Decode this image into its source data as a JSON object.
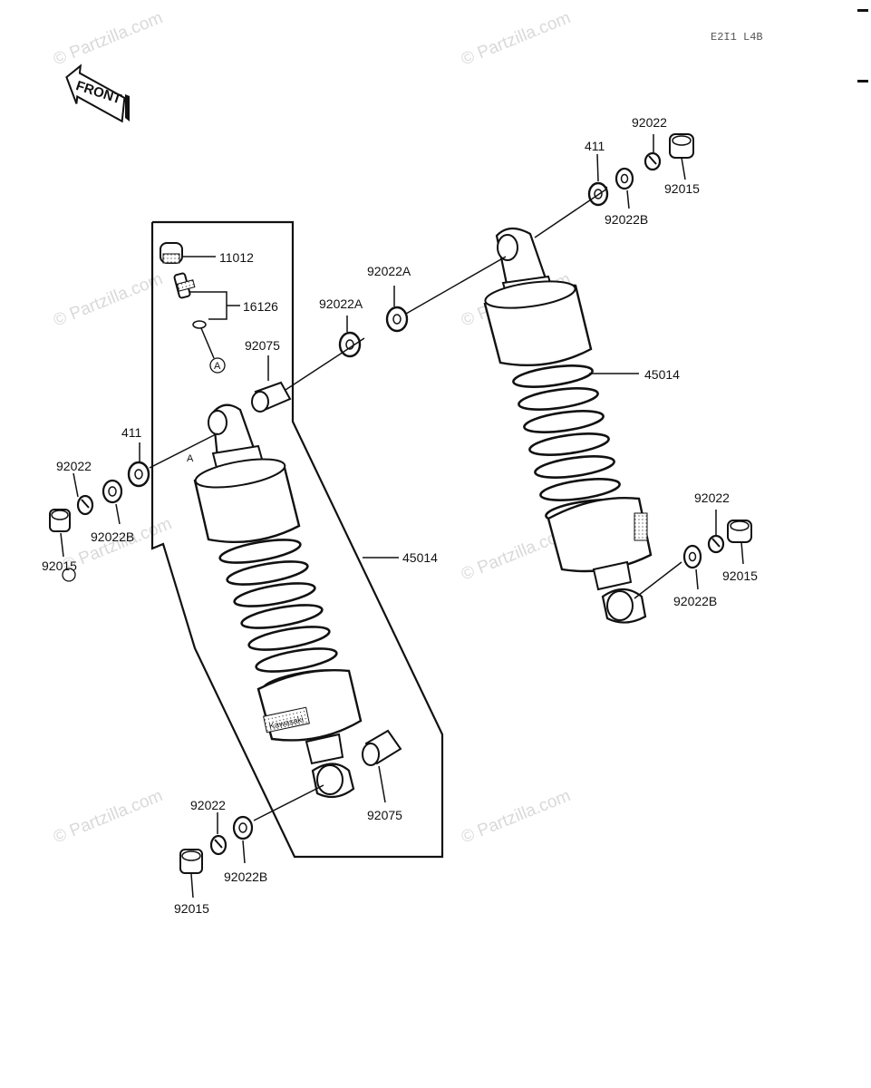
{
  "diagram_code": "E2I1 L4B",
  "front_label": "FRONT",
  "watermark": "© Partzilla.com",
  "ref_marker": "A",
  "brand_marking": "Kawasaki",
  "parts": {
    "p11012": "11012",
    "p16126": "16126",
    "p92075": "92075",
    "p92022A": "92022A",
    "p411": "411",
    "p92022": "92022",
    "p92022B": "92022B",
    "p92015": "92015",
    "p45014": "45014"
  }
}
